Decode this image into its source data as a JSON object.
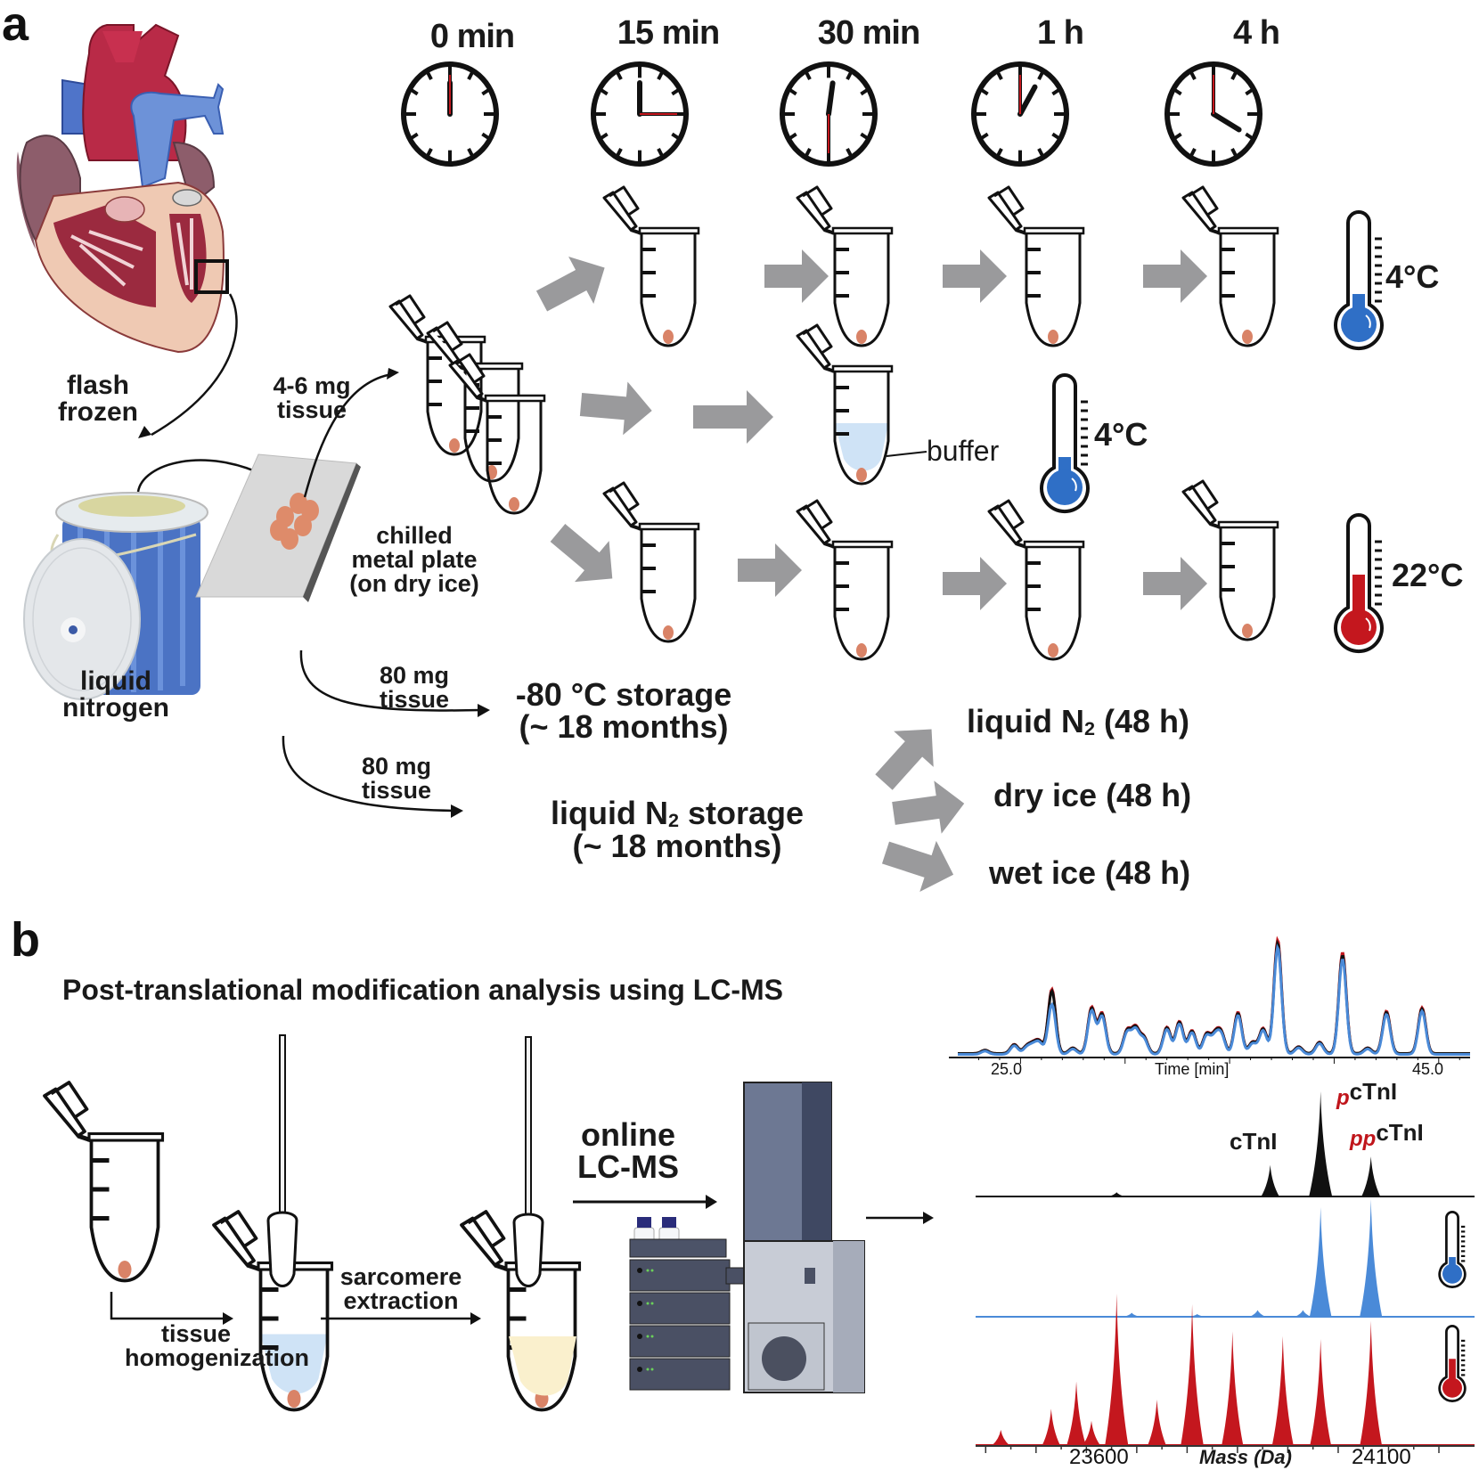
{
  "panel_a": {
    "letter": "a",
    "time_points": [
      "0 min",
      "15 min",
      "30 min",
      "1 h",
      "4 h"
    ],
    "flash_frozen": [
      "flash",
      "frozen"
    ],
    "liquid_nitrogen": [
      "liquid",
      "nitrogen"
    ],
    "tissue_small": [
      "4-6 mg",
      "tissue"
    ],
    "chilled_plate": [
      "chilled",
      "metal plate",
      "(on dry ice)"
    ],
    "buffer_label": "buffer",
    "temps": {
      "row1": "4°C",
      "row2": "4°C",
      "row3": "22°C"
    },
    "storage": {
      "tissue_a": [
        "80 mg",
        "tissue"
      ],
      "tissue_b": [
        "80 mg",
        "tissue"
      ],
      "minus80": [
        "-80 °C storage",
        "(~ 18 months)"
      ],
      "ln2_prefix": "liquid N",
      "ln2_sub": "2",
      "ln2_suffix": " storage",
      "ln2_line2": "(~ 18 months)"
    },
    "shipping": {
      "ln2_prefix": "liquid N",
      "ln2_sub": "2",
      "ln2_suffix": " (48 h)",
      "dry_ice": "dry ice (48 h)",
      "wet_ice": "wet ice (48 h)"
    },
    "colors": {
      "cold": "#2f6fc6",
      "warm": "#c4171e",
      "arrow": "#9a9a9c",
      "tissue": "#d98367",
      "buffer": "#cfe3f6"
    }
  },
  "panel_b": {
    "letter": "b",
    "title": "Post-translational modification analysis using LC-MS",
    "homogenization": [
      "tissue",
      "homogenization"
    ],
    "sarcomere": [
      "sarcomere",
      "extraction"
    ],
    "online": [
      "online",
      "LC-MS"
    ]
  },
  "chart_data": [
    {
      "type": "line",
      "title": "",
      "xlabel": "Time [min]",
      "ylabel": "",
      "x_tick_labels": [
        "25.0",
        "45.0"
      ],
      "xlim": [
        22.0,
        46.5
      ],
      "series": [
        {
          "name": "black trace",
          "color": "#111111"
        },
        {
          "name": "red trace",
          "color": "#c4171e"
        },
        {
          "name": "blue trace",
          "color": "#4a8ad8"
        }
      ],
      "peaks": {
        "x": [
          23.3,
          24.7,
          25.3,
          25.6,
          25.9,
          26.5,
          27.5,
          28.4,
          28.9,
          30.1,
          30.5,
          30.9,
          32.0,
          32.6,
          33.2,
          33.9,
          34.3,
          34.6,
          35.4,
          36.1,
          36.6,
          37.3,
          38.3,
          39.3,
          40.4,
          41.6,
          42.5,
          44.2
        ],
        "y": [
          0.03,
          0.08,
          0.06,
          0.07,
          0.1,
          0.56,
          0.05,
          0.4,
          0.35,
          0.2,
          0.22,
          0.14,
          0.23,
          0.28,
          0.2,
          0.17,
          0.15,
          0.17,
          0.36,
          0.1,
          0.22,
          0.99,
          0.06,
          0.1,
          0.88,
          0.05,
          0.37,
          0.4
        ]
      }
    },
    {
      "type": "area",
      "title": "",
      "xlabel": "Mass (Da)",
      "x_tick_labels": [
        "23600",
        "24100"
      ],
      "xlim": [
        23280,
        24200
      ],
      "annotations": [
        {
          "text": "cTnI",
          "prefix": ""
        },
        {
          "text": "cTnI",
          "prefix": "p"
        },
        {
          "text": "cTnI",
          "prefix": "pp"
        }
      ],
      "series": [
        {
          "name": "reference (black)",
          "color": "#111111",
          "x": [
            23560,
            23865,
            23965,
            24065
          ],
          "y": [
            0.04,
            0.3,
            1.0,
            0.38
          ]
        },
        {
          "name": "4°C (blue)",
          "color": "#4a8ad8",
          "x": [
            23590,
            23720,
            23840,
            23930,
            23965,
            24065
          ],
          "y": [
            0.03,
            0.02,
            0.05,
            0.05,
            0.82,
            0.88
          ]
        },
        {
          "name": "22°C (red)",
          "color": "#c4171e",
          "x": [
            23330,
            23430,
            23480,
            23510,
            23560,
            23640,
            23710,
            23790,
            23890,
            23965,
            24065
          ],
          "y": [
            0.1,
            0.24,
            0.42,
            0.16,
            1.0,
            0.3,
            0.93,
            0.75,
            0.72,
            0.7,
            0.82
          ]
        }
      ]
    }
  ]
}
